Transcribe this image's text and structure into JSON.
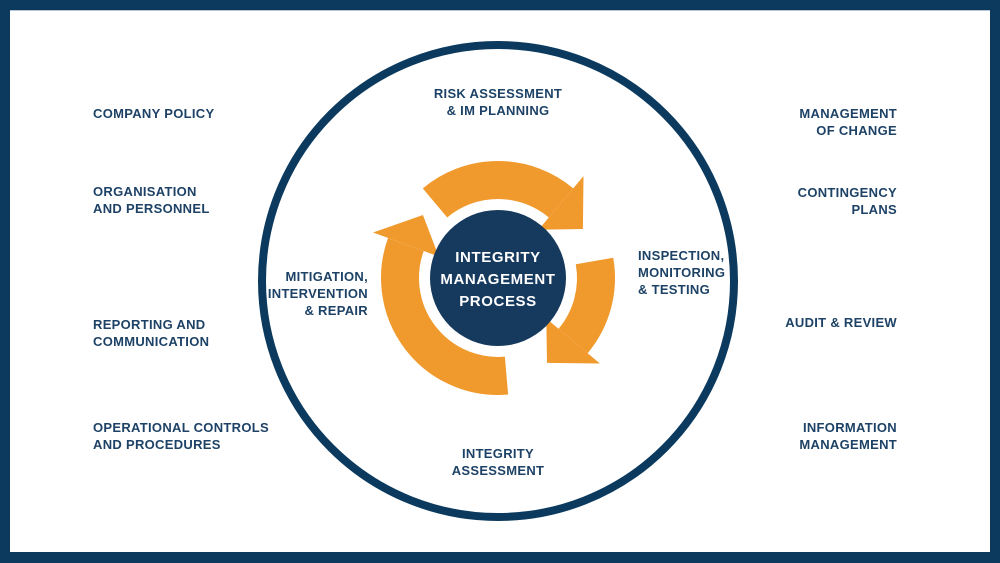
{
  "colors": {
    "frame_navy": "#0b3a5e",
    "panel_white": "#ffffff",
    "circle_navy": "#0b3a5e",
    "disc_navy": "#16395e",
    "label_text": "#1d4266",
    "disc_text": "#ffffff",
    "arrow_orange": "#f09a2e"
  },
  "center_disc": {
    "label": "INTEGRITY\nMANAGEMENT\nPROCESS"
  },
  "cycle_steps": {
    "top": "RISK ASSESSMENT\n& IM PLANNING",
    "right": "INSPECTION,\nMONITORING\n& TESTING",
    "bottom": "INTEGRITY\nASSESSMENT",
    "left": "MITIGATION,\nINTERVENTION\n& REPAIR"
  },
  "left_column": [
    {
      "label": "COMPANY POLICY"
    },
    {
      "label": "ORGANISATION\nAND PERSONNEL"
    },
    {
      "label": "REPORTING AND\nCOMMUNICATION"
    },
    {
      "label": "OPERATIONAL CONTROLS\nAND PROCEDURES"
    }
  ],
  "right_column": [
    {
      "label": "MANAGEMENT\nOF CHANGE"
    },
    {
      "label": "CONTINGENCY\nPLANS"
    },
    {
      "label": "AUDIT & REVIEW"
    },
    {
      "label": "INFORMATION\nMANAGEMENT"
    }
  ]
}
